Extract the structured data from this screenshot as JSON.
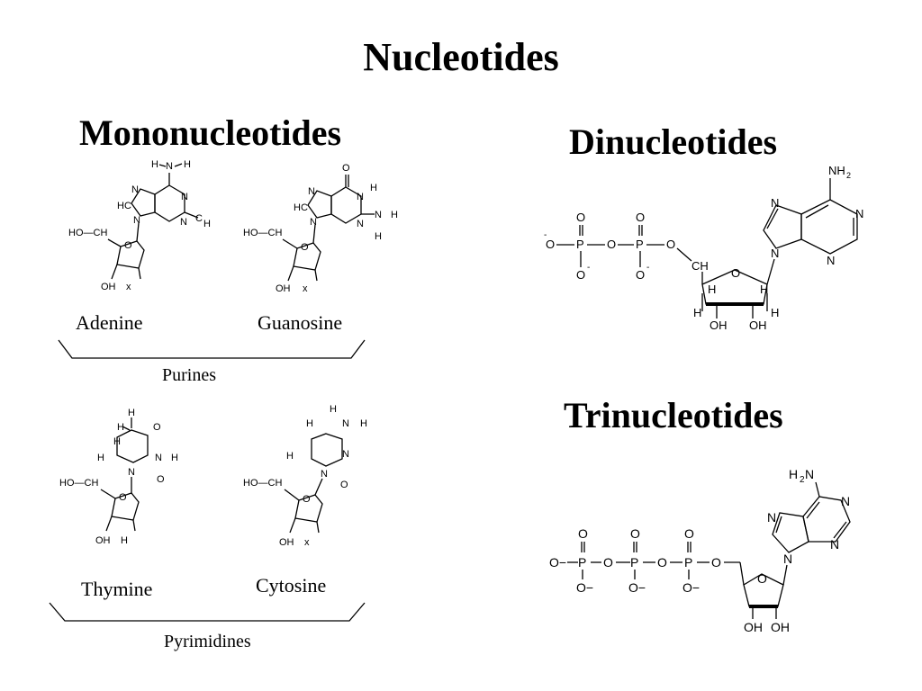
{
  "title": "Nucleotides",
  "sections": {
    "mononucleotides": "Mononucleotides",
    "dinucleotides": "Dinucleotides",
    "trinucleotides": "Trinucleotides"
  },
  "mononucleotides": {
    "purines": {
      "group_label": "Purines",
      "items": [
        "Adenine",
        "Guanosine"
      ]
    },
    "pyrimidines": {
      "group_label": "Pyrimidines",
      "items": [
        "Thymine",
        "Cytosine"
      ]
    }
  },
  "atoms": {
    "h": "H",
    "n": "N",
    "o": "O",
    "p": "P",
    "c": "C",
    "hc": "HC",
    "oh": "OH",
    "x": "x",
    "nh2": "NH",
    "h2n": "H",
    "hoch2": "HO—CH",
    "ch2": "CH",
    "sub2": "2",
    "o_minus": "O",
    "minus": "-",
    "ominus_t": "O−"
  }
}
